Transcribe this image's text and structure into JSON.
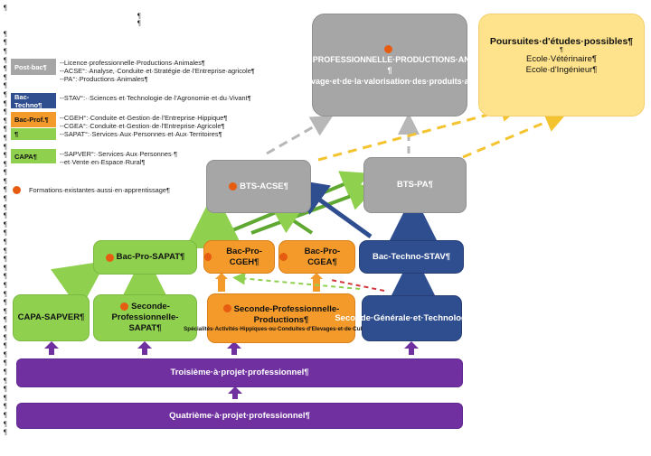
{
  "margin_marks": {
    "pilcrows": "¶\n\n\n¶\n¶\n¶\n¶\n¶\n¶\n¶\n¶\n¶\n¶\n¶\n¶\n¶\n¶\n¶\n¶\n¶\n¶\n¶\n¶\n¶\n¶\n¶\n¶\n¶\n¶\n¶\n¶\n¶\n¶\n¶\n¶\n¶\n¶\n¶\n¶\n¶\n¶\n¶\n¶\n¶\n¶\n¶\n¶\n¶\n¶\n¶",
    "top": "¶\n¶"
  },
  "legend": {
    "postbac": {
      "chip": "Post-bac¶",
      "color": "#a6a6a6",
      "lines": "--Licence·professionnelle·Productions·Animales¶\n--ACSE°:·Analyse,·Conduite·et·Stratégie·de·l'Entreprise·agricole¶\n--PA°:·Productions·Animales¶"
    },
    "bactechno": {
      "chip": "Bac-Techno¶",
      "color": "#2f4e8f",
      "lines": "--STAV°:··Sciences·et·Technologie·de·l'Agronomie·et·du·Vivant¶"
    },
    "bacpro": {
      "chip": "Bac-Prof.¶",
      "chip2": "¶",
      "color": "#f39a2b",
      "color2": "#8fd14f",
      "lines": "--CGEH°:·Conduite·et·Gestion·de·l'Entreprise·Hippique¶\n--CGEA°:·Conduite·et·Gestion·de·l'Entreprise·Agricole¶\n--SAPAT°:·Services·Aux·Personnes·et·Aux·Territoires¶"
    },
    "capa": {
      "chip": "CAPA¶",
      "color": "#8fd14f",
      "lines": "--SAPVER°:·Services·Aux·Personnes·¶\n--et·Vente·en·Espace·Rural¶"
    },
    "apprentissage": "Formations·existantes·aussi·en·apprentissage¶"
  },
  "boxes": {
    "licence": {
      "title": "LICENCE·PROFESSIONNELLE·PRODUCTIONS·ANIMALES¶",
      "pilcrow": "¶",
      "subtitle": "Métiers·du·suivi·d'élevage·et·de·la·valorisation·des·produits·animaux·transformés¶"
    },
    "poursuites": {
      "title": "Poursuites·d'études·possibles¶",
      "pilcrow": "¶",
      "line1": "Ecole·Vétérinaire¶",
      "line2": "Ecole·d'Ingénieur¶"
    },
    "bts_acse": "BTS-ACSE¶",
    "bts_pa": "BTS-PA¶",
    "bac_sapat": "Bac-Pro-SAPAT¶",
    "bac_cgeh": "Bac-Pro-CGEH¶",
    "bac_cgea": "Bac-Pro-CGEA¶",
    "bac_stav": "Bac-Techno-STAV¶",
    "capa_sapver": "CAPA-SAPVER¶",
    "seconde_sapat": "Seconde-Professionnelle-SAPAT¶",
    "seconde_prod": {
      "title": "Seconde-Professionnelle-Productions¶",
      "sub": "Spécialités·Activités·Hippiques·ou·Conduites·d'Elevages·et·de·Cultures¶"
    },
    "seconde_gt": "Seconde·Générale·et·Technologique¶",
    "troisieme": "Troisième·à·projet·professionnel¶",
    "quatrieme": "Quatrième·à·projet·professionnel¶"
  },
  "colors": {
    "green": "#8fd14f",
    "orange": "#f39a2b",
    "blue": "#2f4e8f",
    "gray": "#a6a6a6",
    "purple": "#7030a0",
    "yellow": "#ffe38c",
    "dot": "#e65c10"
  }
}
